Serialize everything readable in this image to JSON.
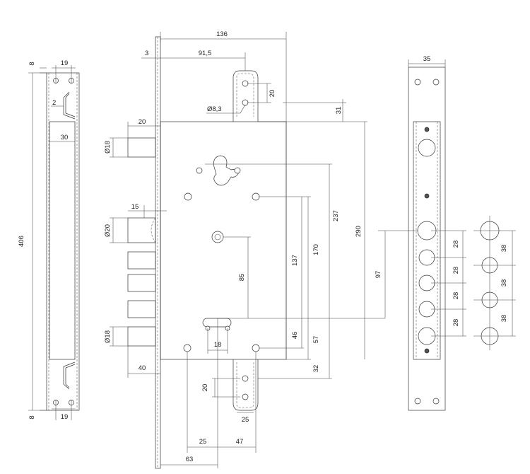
{
  "dimensions": {
    "d136": "136",
    "d3": "3",
    "d91_5": "91,5",
    "d20_tab_top": "20",
    "d8_3": "Ø8,3",
    "d31": "31",
    "d20_bolt_top": "20",
    "d18_top": "Ø18",
    "d15": "15",
    "d20_round": "Ø20",
    "d18_bottom": "Ø18",
    "d40": "40",
    "d237": "237",
    "d290": "290",
    "d170": "170",
    "d137": "137",
    "d85": "85",
    "d97": "97",
    "d46": "46",
    "d57": "57",
    "d18_slot": "18",
    "d32": "32",
    "d20_tab_bottom": "20",
    "d25_tab_bottom": "25",
    "d25": "25",
    "d47": "47",
    "d63": "63",
    "d406": "406",
    "d8_top": "8",
    "d19_top": "19",
    "d2": "2",
    "d30": "30",
    "d8_bottom": "8",
    "d19_bottom": "19",
    "d35": "35",
    "d28_a": "28",
    "d28_b": "28",
    "d28_c": "28",
    "d28_d": "28",
    "d38_a": "38",
    "d38_b": "38",
    "d38_c": "38"
  }
}
